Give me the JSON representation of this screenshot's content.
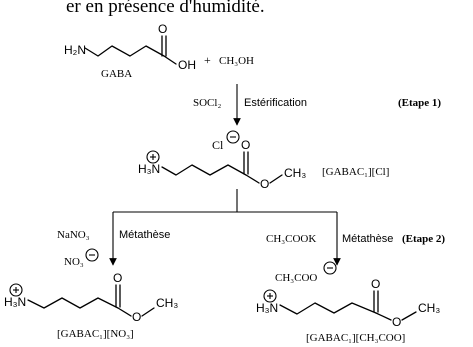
{
  "header_text": "er en présence d'humidité.",
  "step1": {
    "gaba_amine": "H₂N",
    "gaba_carbonyl_o": "O",
    "gaba_oh": "OH",
    "gaba_name": "GABA",
    "plus": "+",
    "methanol": "CH₃OH",
    "reagent": "SOCl₂",
    "reaction_type": "Estérification",
    "step_label": "(Etape 1)"
  },
  "intermediate": {
    "chloride_ion": "Cl",
    "ammonium": "H₃N",
    "carbonyl_o": "O",
    "ester_o": "O",
    "methyl": "CH₃",
    "name": "[GABAC₁][Cl]"
  },
  "step2": {
    "left_reagent": "NaNO₃",
    "left_reaction": "Métathèse",
    "right_reagent": "CH₃COOK",
    "right_reaction": "Métathèse",
    "step_label": "(Etape 2)"
  },
  "product_nitrate": {
    "anion": "NO₃",
    "ammonium": "H₃N",
    "carbonyl_o": "O",
    "ester_o": "O",
    "methyl": "CH₃",
    "name": "[GABAC₁][NO₃]"
  },
  "product_acetate": {
    "anion": "CH₃COO",
    "ammonium": "H₃N",
    "carbonyl_o": "O",
    "ester_o": "O",
    "methyl": "CH₃",
    "name": "[GABAC₁][CH₃COO]"
  }
}
